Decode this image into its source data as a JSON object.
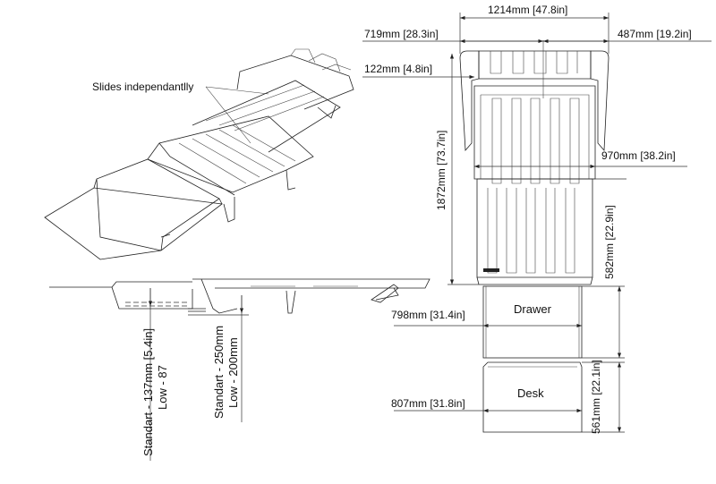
{
  "callouts": {
    "slides": "Slides independantlly"
  },
  "dimensions": {
    "overall_width": "1214mm [47.8in]",
    "left_width": "719mm [28.3in]",
    "right_width": "487mm [19.2in]",
    "offset": "122mm [4.8in]",
    "inner_width": "970mm [38.2in]",
    "overall_length": "1872mm [73.7in]",
    "tray_length": "582mm [22.9in]",
    "drawer_width": "798mm [31.4in]",
    "desk_width": "807mm [31.8in]",
    "desk_depth": "561mm [22.1in]",
    "height_a_standard": "Standart - 137mm [5.4in]",
    "height_a_low": "Low - 87",
    "height_b_standard": "Standart - 250mm",
    "height_b_low": "Low - 200mm"
  },
  "labels": {
    "drawer": "Drawer",
    "desk": "Desk"
  }
}
